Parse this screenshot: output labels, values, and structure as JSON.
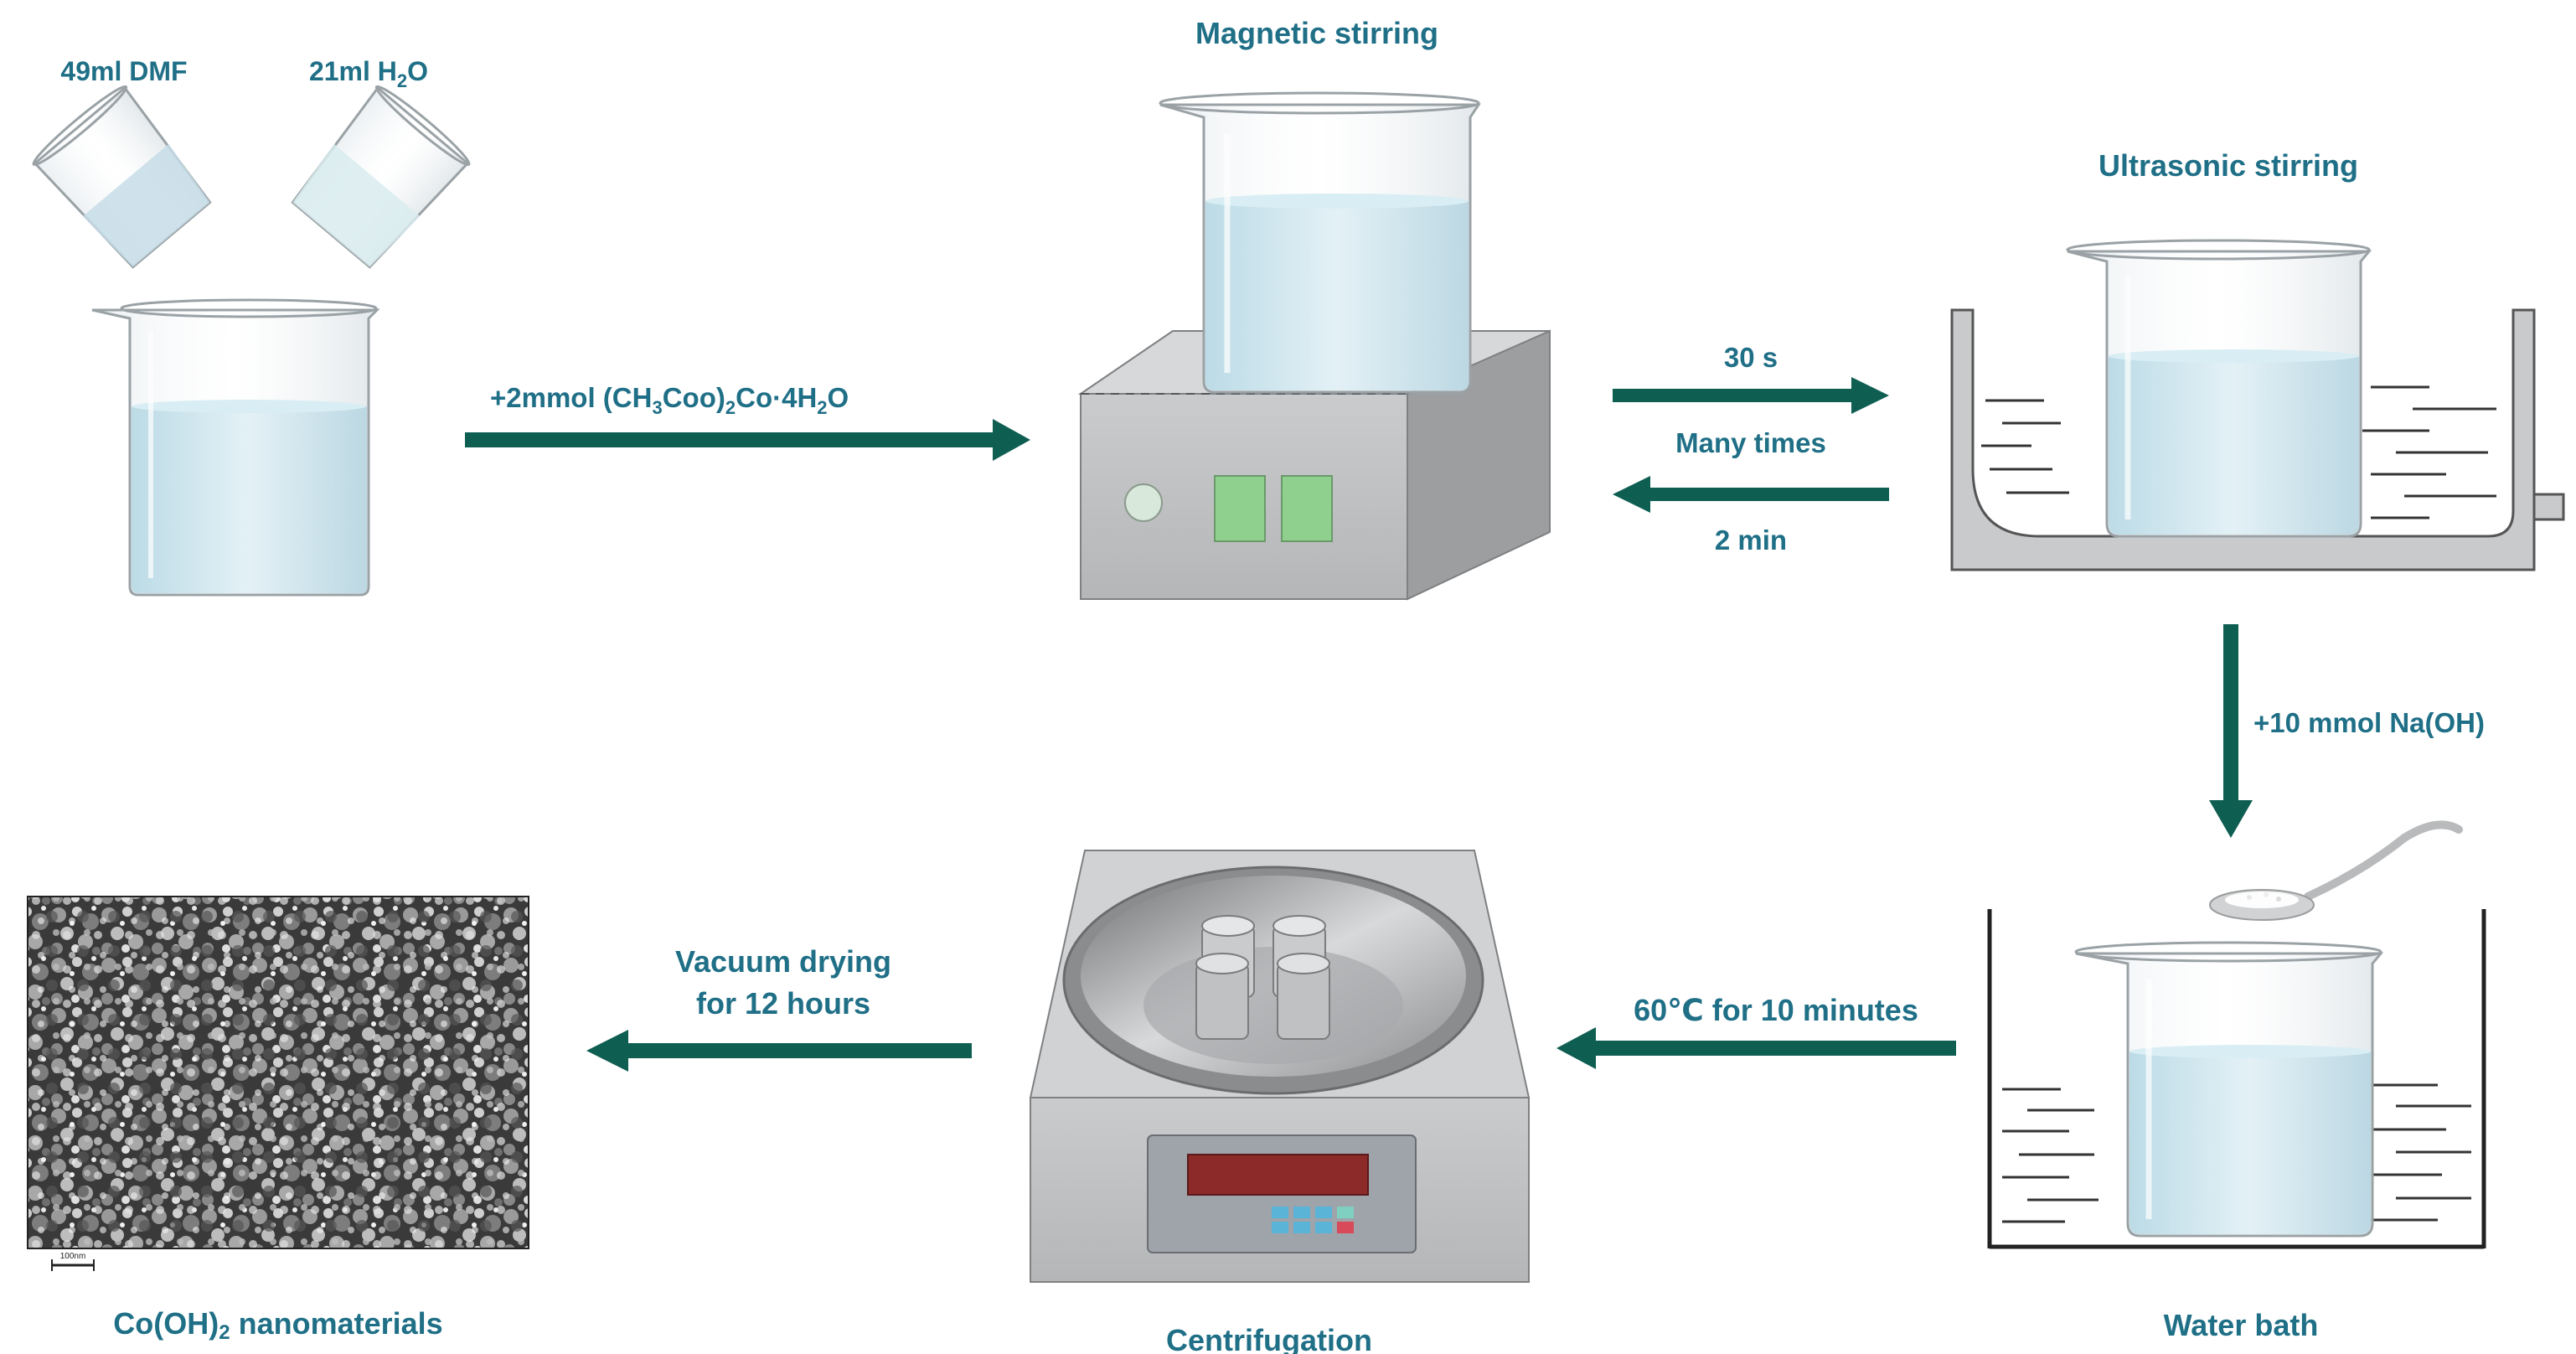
{
  "colors": {
    "label": "#1f6f87",
    "arrow": "#0f5e52",
    "liquid": "#cfe6ee",
    "device_gray": "#bfc1c3",
    "panel_green": "#8fd08f",
    "display_red": "#8c2a2a"
  },
  "labels": {
    "dmf": "49ml DMF",
    "water_pre": "21ml H",
    "water_sub": "2",
    "water_post": "O",
    "magnetic": "Magnetic stirring",
    "ultrasonic": "Ultrasonic stirring",
    "reagent_pre": "+2mmol (CH",
    "reagent_sub1": "3",
    "reagent_mid": "Coo)",
    "reagent_sub2": "2",
    "reagent_mid2": "Co·4H",
    "reagent_sub3": "2",
    "reagent_post": "O",
    "time_forward": "30 s",
    "many_times": "Many times",
    "time_back": "2 min",
    "naoh": "+10 mmol Na(OH)",
    "heating": "60℃ for 10 minutes",
    "drying_1": "Vacuum drying",
    "drying_2": "for 12 hours",
    "product_pre": "Co(OH)",
    "product_sub": "2",
    "product_post": " nanomaterials",
    "centrifugation": "Centrifugation",
    "water_bath": "Water bath",
    "scale_bar": "100nm"
  }
}
